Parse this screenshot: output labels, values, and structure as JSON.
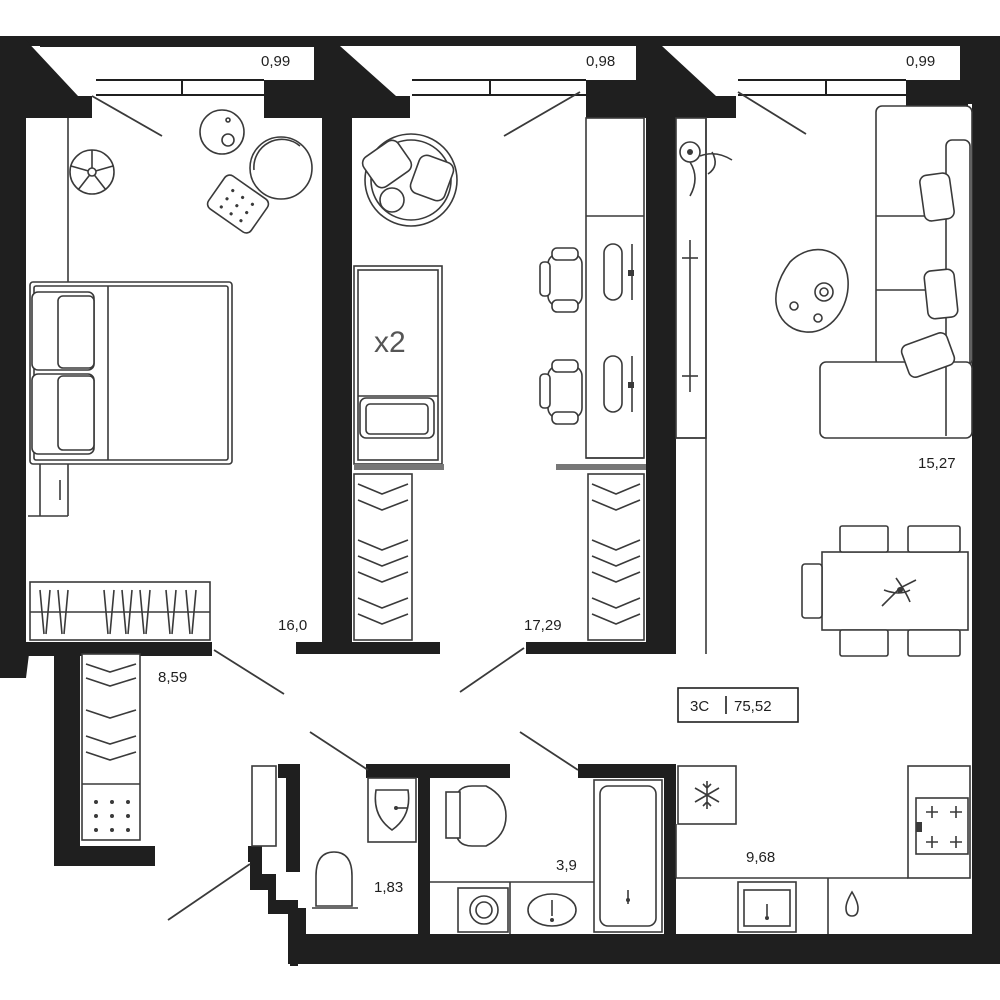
{
  "plan": {
    "type_label": "3С",
    "total_area": "75,52",
    "bedroom_multiplier": "x2",
    "rooms": [
      {
        "id": "bedroom-left",
        "area": "16,0"
      },
      {
        "id": "bedroom-middle",
        "area": "17,29"
      },
      {
        "id": "living",
        "area": "15,27"
      },
      {
        "id": "hall",
        "area": "8,59"
      },
      {
        "id": "toilet",
        "area": "1,83"
      },
      {
        "id": "bathroom",
        "area": "3,9"
      },
      {
        "id": "kitchen",
        "area": "9,68"
      }
    ],
    "balconies": [
      {
        "id": "balcony-left",
        "area": "0,99"
      },
      {
        "id": "balcony-middle",
        "area": "0,98"
      },
      {
        "id": "balcony-right",
        "area": "0,99"
      }
    ]
  }
}
